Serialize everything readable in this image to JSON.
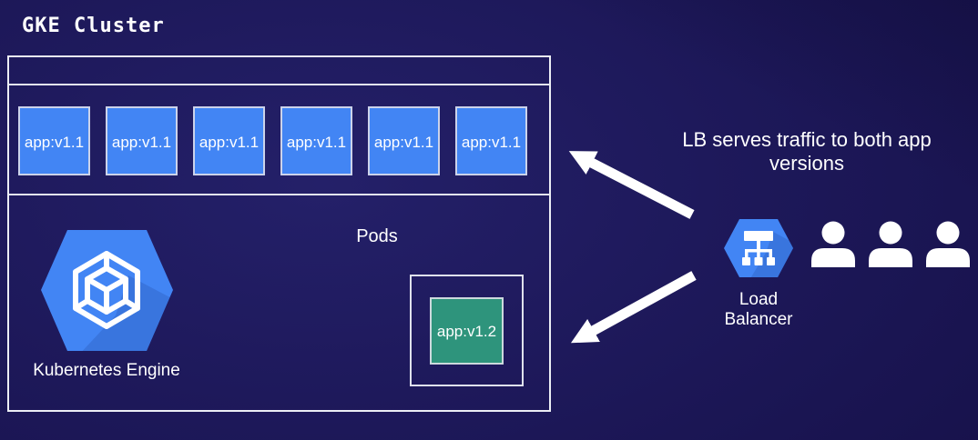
{
  "title": "GKE Cluster",
  "cluster": {
    "pods": [
      "app:v1.1",
      "app:v1.1",
      "app:v1.1",
      "app:v1.1",
      "app:v1.1",
      "app:v1.1"
    ],
    "pods_label": "Pods",
    "engine_label": "Kubernetes Engine",
    "pod_v2": "app:v1.2"
  },
  "right": {
    "annotation": "LB serves traffic to both app versions",
    "lb_label_line1": "Load",
    "lb_label_line2": "Balancer",
    "users_count": 3
  },
  "icons": {
    "gke": "gke-hexagon-cube-icon",
    "load_balancer": "load-balancer-hexagon-icon",
    "user": "user-silhouette-icon",
    "arrow_top": "arrow-to-v11-pods",
    "arrow_bottom": "arrow-to-v12-pod"
  },
  "colors": {
    "background": "#1d1859",
    "pod_blue": "#4285f4",
    "pod_green": "#2e947c",
    "hexagon_blue": "#4285f4",
    "border_light": "#eceef5",
    "text": "#ffffff"
  }
}
